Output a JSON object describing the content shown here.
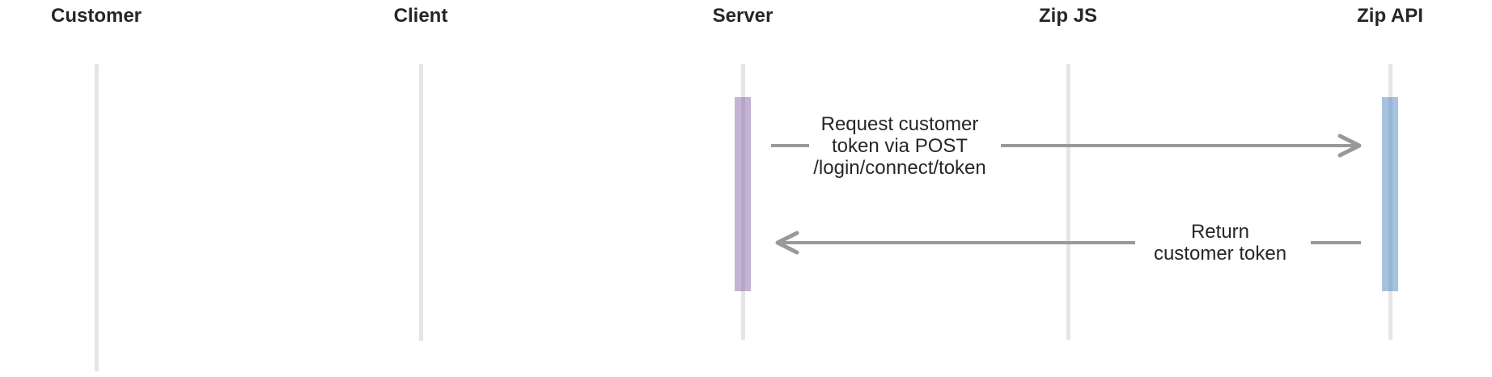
{
  "diagram": {
    "type": "sequence-diagram",
    "participants": [
      {
        "name": "Customer"
      },
      {
        "name": "Client"
      },
      {
        "name": "Server"
      },
      {
        "name": "Zip JS"
      },
      {
        "name": "Zip API"
      }
    ],
    "activations": [
      {
        "participant": "Server",
        "color": "rgba(125,87,162,0.45)"
      },
      {
        "participant": "Zip API",
        "color": "rgba(60,119,189,0.45)"
      }
    ],
    "messages": [
      {
        "from": "Server",
        "to": "Zip API",
        "direction": "right",
        "text": "Request customer token via POST /login/connect/token",
        "lines": [
          "Request customer",
          "token via POST",
          "/login/connect/token"
        ]
      },
      {
        "from": "Zip API",
        "to": "Server",
        "direction": "left",
        "text": "Return customer token",
        "lines": [
          "Return",
          "customer token"
        ]
      }
    ],
    "colors": {
      "arrow": "#999999",
      "lifeline": "#e5e5e5",
      "text": "#262626",
      "background": "#ffffff",
      "activation_server": "rgba(125,87,162,0.45)",
      "activation_zip_api": "rgba(60,119,189,0.45)"
    }
  }
}
